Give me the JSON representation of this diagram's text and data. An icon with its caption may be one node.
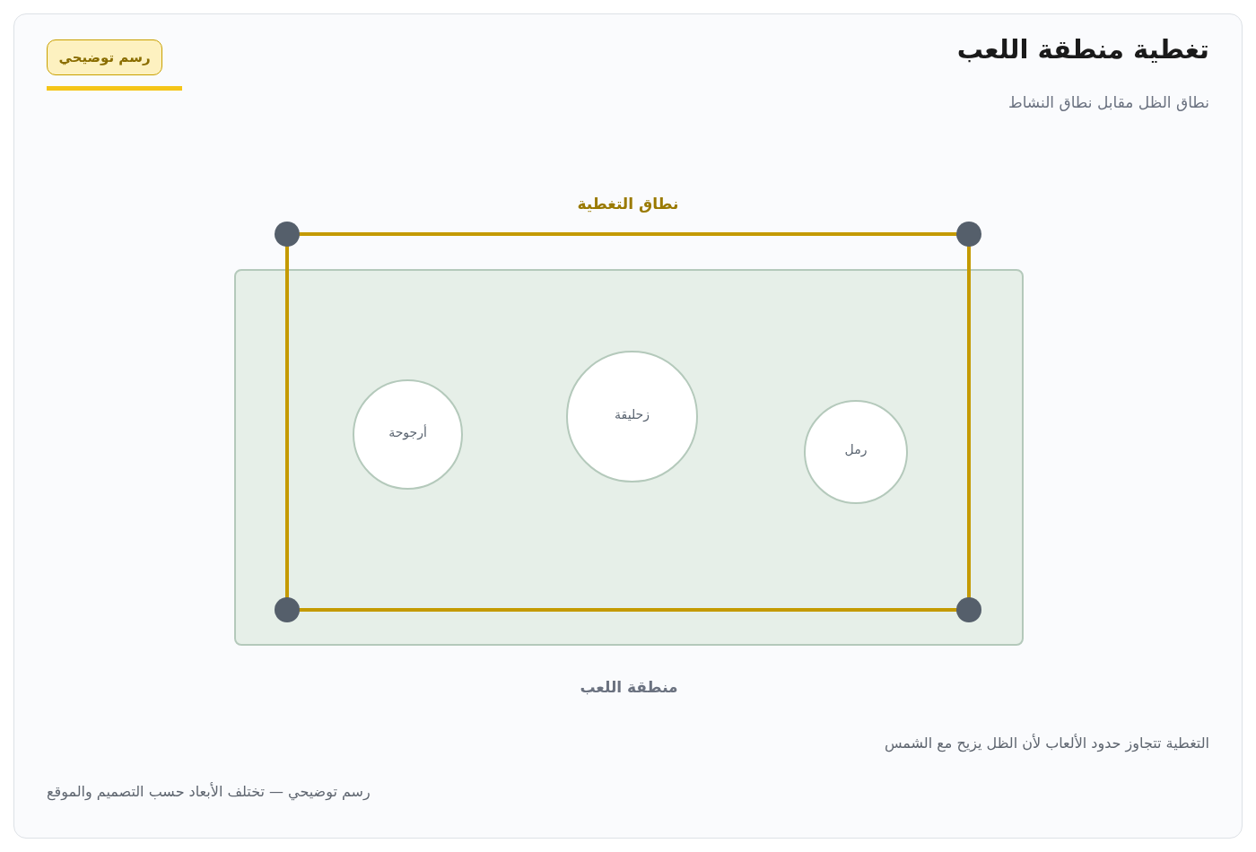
{
  "diagram": {
    "title": "تغطية منطقة اللعب",
    "nodes": [
      {
        "text": [
          "رسم توضيحي"
        ]
      },
      {
        "text": [
          "نطاق التغطية"
        ]
      },
      {
        "text": [
          "منطقة اللعب"
        ]
      },
      {
        "text": [
          "أرجوحة"
        ],
        "in": 1
      },
      {
        "text": [
          "زحليقة"
        ],
        "in": 1
      },
      {
        "text": [
          "رمل"
        ],
        "in": 1
      }
    ],
    "edges": [],
    "labels": [
      "نطاق الظل مقابل نطاق النشاط",
      "التغطية تتجاوز حدود الألعاب لأن الظل يزيح مع الشمس",
      "رسم توضيحي — تختلف الأبعاد حسب التصميم والموقع"
    ]
  }
}
